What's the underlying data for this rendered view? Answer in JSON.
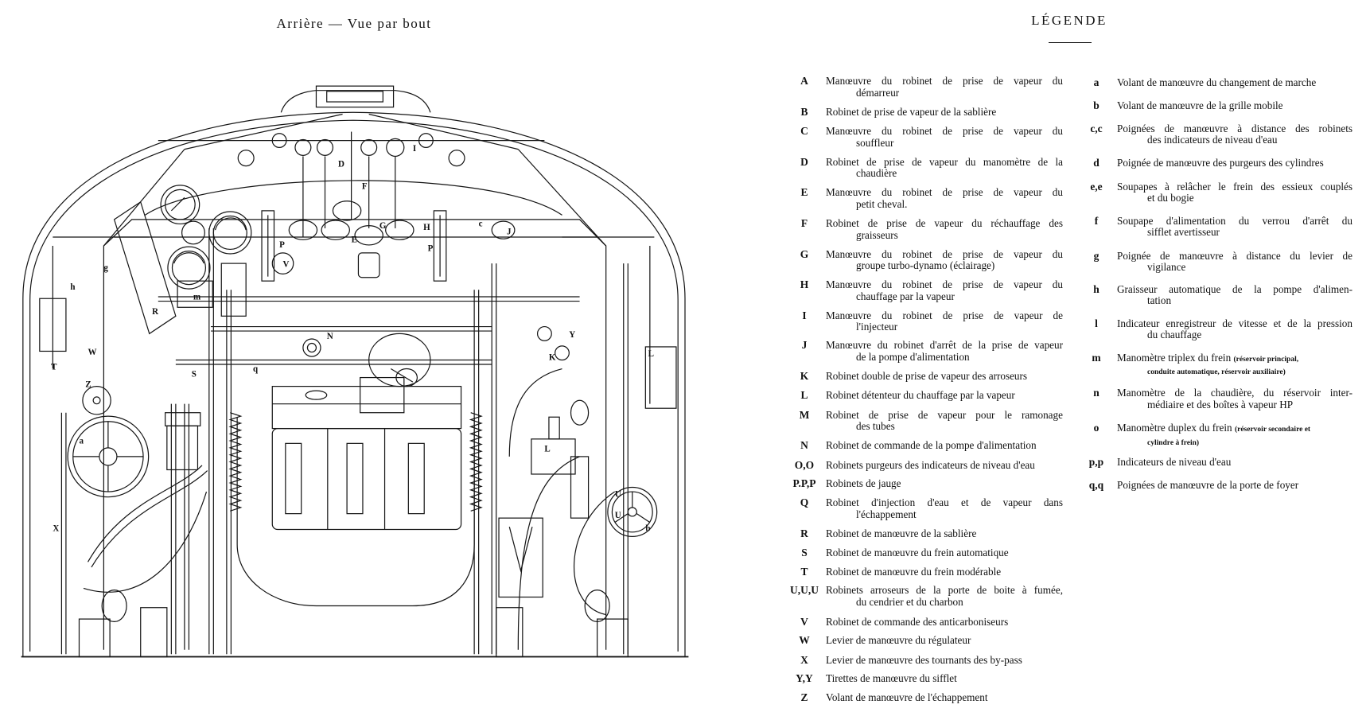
{
  "drawing": {
    "title": "Arrière — Vue par bout",
    "labels": [
      "g",
      "h",
      "W",
      "T",
      "Z",
      "R",
      "m",
      "S",
      "q",
      "V",
      "P",
      "P",
      "N",
      "K",
      "Y",
      "L",
      "L",
      "U",
      "U",
      "J",
      "I",
      "a",
      "b",
      "X",
      "c",
      "D",
      "E",
      "F",
      "G",
      "H"
    ]
  },
  "legend": {
    "title": "LÉGENDE",
    "uppercase": [
      {
        "key": "A",
        "lines": [
          "Manœuvre du robinet de prise de vapeur du",
          "démarreur"
        ]
      },
      {
        "key": "B",
        "lines": [
          "Robinet de prise de vapeur de la sablière"
        ]
      },
      {
        "key": "C",
        "lines": [
          "Manœuvre du robinet de prise de vapeur du",
          "souffleur"
        ]
      },
      {
        "key": "D",
        "lines": [
          "Robinet de prise de vapeur du manomètre de la",
          "chaudière"
        ]
      },
      {
        "key": "E",
        "lines": [
          "Manœuvre du robinet de prise de vapeur du",
          "petit cheval."
        ]
      },
      {
        "key": "F",
        "lines": [
          "Robinet de prise de vapeur du réchauffage des",
          "graisseurs"
        ]
      },
      {
        "key": "G",
        "lines": [
          "Manœuvre du robinet de prise de vapeur du",
          "groupe turbo-dynamo (éclairage)"
        ]
      },
      {
        "key": "H",
        "lines": [
          "Manœuvre du robinet de prise de vapeur du",
          "chauffage par la vapeur"
        ]
      },
      {
        "key": "I",
        "lines": [
          "Manœuvre du robinet de prise de vapeur de",
          "l'injecteur"
        ]
      },
      {
        "key": "J",
        "lines": [
          "Manœuvre du robinet d'arrêt de la prise de vapeur",
          "de la pompe d'alimentation"
        ]
      },
      {
        "key": "K",
        "lines": [
          "Robinet double de prise de vapeur des arroseurs"
        ]
      },
      {
        "key": "L",
        "lines": [
          "Robinet détenteur du chauffage par la vapeur"
        ]
      },
      {
        "key": "M",
        "lines": [
          "Robinet de prise de vapeur pour le ramonage",
          "des tubes"
        ]
      },
      {
        "key": "N",
        "lines": [
          "Robinet de commande de la pompe d'alimentation"
        ]
      },
      {
        "key": "O,O",
        "lines": [
          "Robinets purgeurs des indicateurs de niveau d'eau"
        ]
      },
      {
        "key": "P.P,P",
        "lines": [
          "Robinets de jauge"
        ]
      },
      {
        "key": "Q",
        "lines": [
          "Robinet d'injection d'eau et de vapeur dans",
          "l'échappement"
        ]
      },
      {
        "key": "R",
        "lines": [
          "Robinet de manœuvre de la sablière"
        ]
      },
      {
        "key": "S",
        "lines": [
          "Robinet de manœuvre du frein automatique"
        ]
      },
      {
        "key": "T",
        "lines": [
          "Robinet de manœuvre du frein modérable"
        ]
      },
      {
        "key": "U,U,U",
        "lines": [
          "Robinets arroseurs de la porte de boite à fumée,",
          "du cendrier et du charbon"
        ]
      },
      {
        "key": "V",
        "lines": [
          "Robinet de commande des anticarboniseurs"
        ]
      },
      {
        "key": "W",
        "lines": [
          "Levier de manœuvre du régulateur"
        ]
      },
      {
        "key": "X",
        "lines": [
          "Levier de manœuvre des tournants des by-pass"
        ]
      },
      {
        "key": "Y,Y",
        "lines": [
          "Tirettes de manœuvre du sifflet"
        ]
      },
      {
        "key": "Z",
        "lines": [
          "Volant de manœuvre de l'échappement"
        ]
      }
    ],
    "lowercase": [
      {
        "key": "a",
        "lines": [
          "Volant de manœuvre du changement de marche"
        ]
      },
      {
        "key": "b",
        "lines": [
          "Volant de manœuvre de la grille mobile"
        ]
      },
      {
        "key": "c,c",
        "lines": [
          "Poignées de manœuvre à distance des robinets",
          "des indicateurs de niveau d'eau"
        ]
      },
      {
        "key": "d",
        "lines": [
          "Poignée de manœuvre des purgeurs des cylindres"
        ]
      },
      {
        "key": "e,e",
        "lines": [
          "Soupapes à relâcher le frein des essieux couplés",
          "et du bogie"
        ]
      },
      {
        "key": "f",
        "lines": [
          "Soupape d'alimentation du verrou d'arrêt du",
          "sifflet avertisseur"
        ]
      },
      {
        "key": "g",
        "lines": [
          "Poignée de manœuvre à distance du levier de",
          "vigilance"
        ]
      },
      {
        "key": "h",
        "lines": [
          "Graisseur automatique de la pompe d'alimen-",
          "tation"
        ]
      },
      {
        "key": "l",
        "lines": [
          "Indicateur enregistreur de vitesse et de la pression",
          "du chauffage"
        ]
      },
      {
        "key": "m",
        "lines": [
          {
            "text": "Manomètre triplex du frein",
            "small": "(réservoir principal,"
          },
          {
            "text": "",
            "small": "conduite automatique, réservoir auxiliaire)"
          }
        ]
      },
      {
        "key": "n",
        "lines": [
          "Manomètre de la chaudière, du réservoir inter-",
          "médiaire et des boîtes à vapeur HP"
        ]
      },
      {
        "key": "o",
        "lines": [
          {
            "text": "Manomètre duplex du frein",
            "small": "(réservoir secondaire et"
          },
          {
            "text": "",
            "small": "cylindre à frein)"
          }
        ]
      },
      {
        "key": "p,p",
        "lines": [
          "Indicateurs de niveau d'eau"
        ]
      },
      {
        "key": "q,q",
        "lines": [
          "Poignées de manœuvre de la porte de foyer"
        ]
      }
    ]
  }
}
